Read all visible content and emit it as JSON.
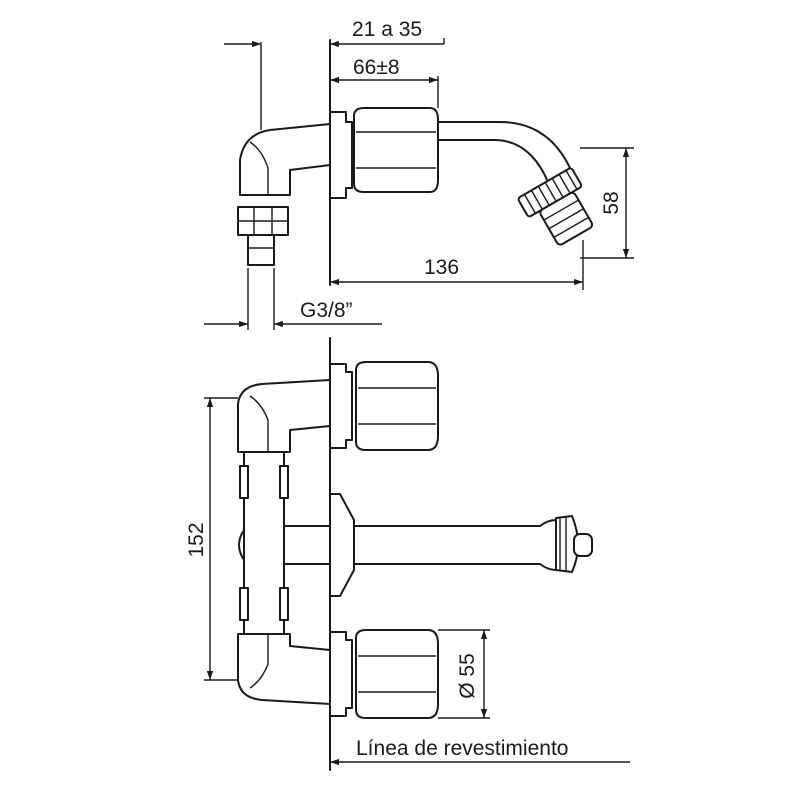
{
  "dimensions": {
    "top_width": "21 a 35",
    "rosette_offset": "66±8",
    "height_small": "58",
    "spout_length": "136",
    "thread": "G3/8”",
    "centers": "152",
    "handle_diameter": "Ø 55",
    "wall_line": "Línea de revestimiento"
  },
  "colors": {
    "line": "#1a1a1a",
    "background": "#ffffff"
  }
}
